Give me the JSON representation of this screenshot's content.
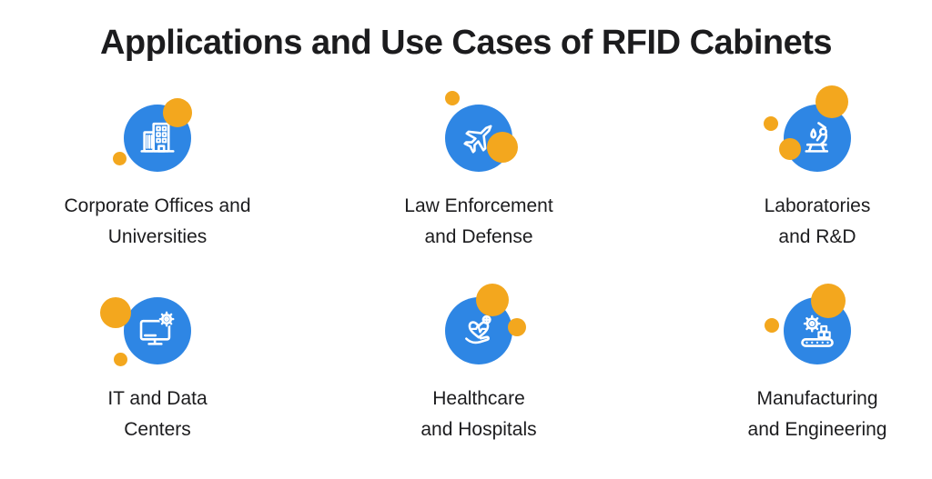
{
  "title": "Applications and Use Cases of RFID Cabinets",
  "colors": {
    "blue": "#2E86E4",
    "orange": "#F3A71E",
    "text": "#1C1C1E",
    "background": "#FFFFFF"
  },
  "items": [
    {
      "icon": "office-building-icon",
      "line1": "Corporate Offices and",
      "line2": "Universities"
    },
    {
      "icon": "fighter-jet-icon",
      "line1": "Law Enforcement",
      "line2": "and Defense"
    },
    {
      "icon": "microscope-icon",
      "line1": "Laboratories",
      "line2": "and R&D"
    },
    {
      "icon": "monitor-gear-icon",
      "line1": "IT and Data",
      "line2": "Centers"
    },
    {
      "icon": "hand-heart-icon",
      "line1": "Healthcare",
      "line2": "and Hospitals"
    },
    {
      "icon": "gear-conveyor-icon",
      "line1": "Manufacturing",
      "line2": "and Engineering"
    }
  ]
}
